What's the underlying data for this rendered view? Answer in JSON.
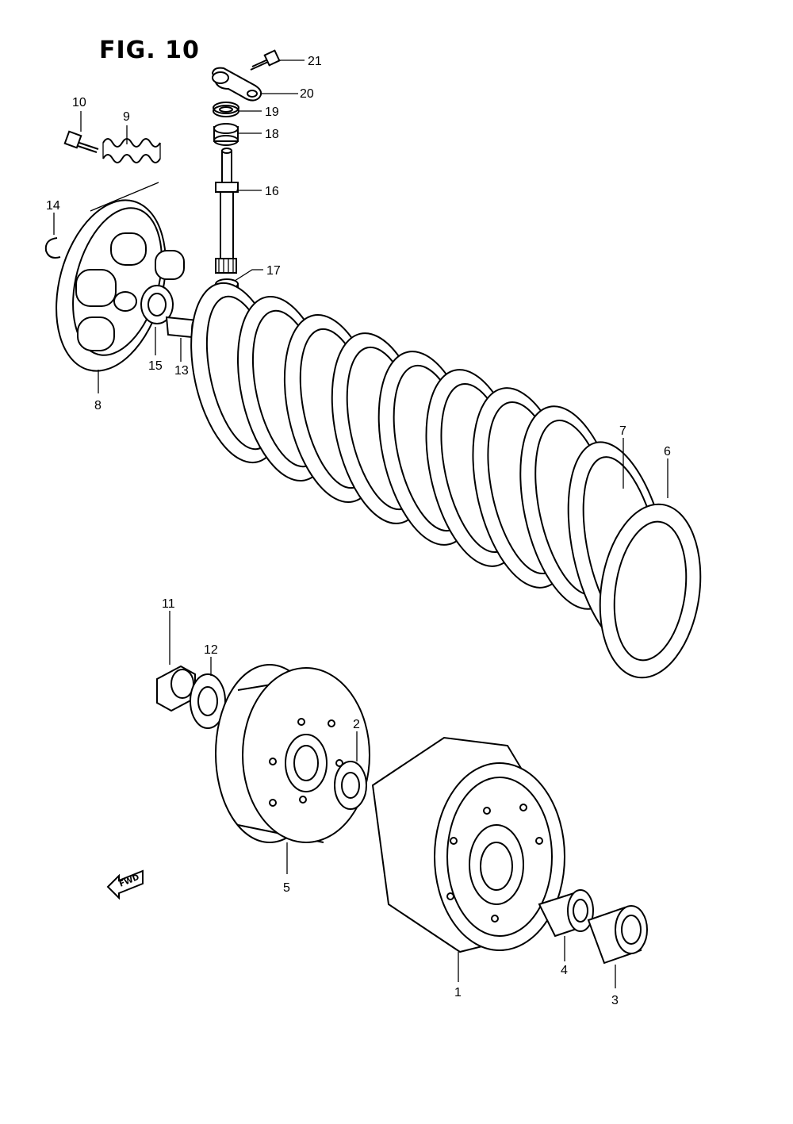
{
  "figure": {
    "title": "FIG. 10"
  },
  "parts": [
    {
      "id": "part-1",
      "label": "1"
    },
    {
      "id": "part-2",
      "label": "2"
    },
    {
      "id": "part-3",
      "label": "3"
    },
    {
      "id": "part-4",
      "label": "4"
    },
    {
      "id": "part-5",
      "label": "5"
    },
    {
      "id": "part-6",
      "label": "6"
    },
    {
      "id": "part-7",
      "label": "7"
    },
    {
      "id": "part-8",
      "label": "8"
    },
    {
      "id": "part-9",
      "label": "9"
    },
    {
      "id": "part-10",
      "label": "10"
    },
    {
      "id": "part-11",
      "label": "11"
    },
    {
      "id": "part-12",
      "label": "12"
    },
    {
      "id": "part-13",
      "label": "13"
    },
    {
      "id": "part-14",
      "label": "14"
    },
    {
      "id": "part-15",
      "label": "15"
    },
    {
      "id": "part-16",
      "label": "16"
    },
    {
      "id": "part-17",
      "label": "17"
    },
    {
      "id": "part-18",
      "label": "18"
    },
    {
      "id": "part-19",
      "label": "19"
    },
    {
      "id": "part-20",
      "label": "20"
    },
    {
      "id": "part-21",
      "label": "21"
    }
  ],
  "direction_marker": {
    "text": "FWD"
  }
}
